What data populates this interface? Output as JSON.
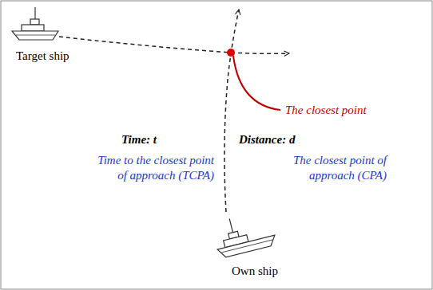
{
  "diagram": {
    "labels": [
      "Target ship",
      "The closest point",
      "Time: t",
      "Distance: d",
      "Time to the closest point of approach (TCPA)",
      "The closest point of approach (CPA)",
      "Own ship"
    ]
  }
}
